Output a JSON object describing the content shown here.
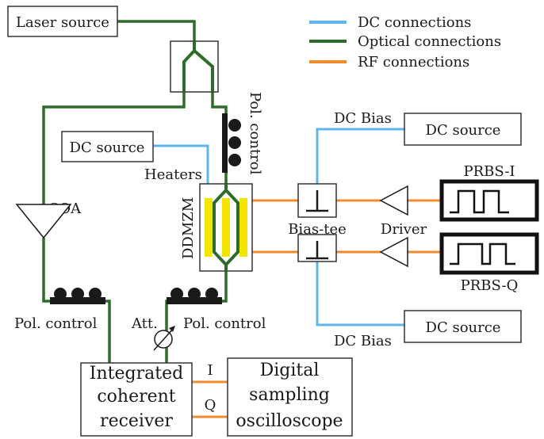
{
  "legend": {
    "items": [
      {
        "label": "DC connections",
        "color": "#5fb4e8"
      },
      {
        "label": "Optical connections",
        "color": "#2f6b2a"
      },
      {
        "label": "RF connections",
        "color": "#f08c2e"
      }
    ]
  },
  "colors": {
    "dc": "#5fb4e8",
    "optical": "#2f6b2a",
    "rf": "#f08c2e",
    "heater": "#f2e600",
    "prbs": "#111111"
  },
  "labels": {
    "laser_source": "Laser source",
    "dc_source_left": "DC source",
    "heaters": "Heaters",
    "pol_control_top": "Pol. control",
    "soa": "SOA",
    "ddmzm": "DDMZM",
    "dc_bias_top": "DC Bias",
    "dc_source_top": "DC source",
    "prbs_i": "PRBS-I",
    "bias_tee": "Bias-tee",
    "driver": "Driver",
    "prbs_q": "PRBS-Q",
    "pol_control_left": "Pol. control",
    "att": "Att.",
    "pol_control_mid": "Pol. control",
    "dc_bias_bottom": "DC Bias",
    "dc_source_bottom": "DC source",
    "receiver_line1": "Integrated",
    "receiver_line2": "coherent",
    "receiver_line3": "receiver",
    "out_i": "I",
    "out_q": "Q",
    "scope_line1": "Digital",
    "scope_line2": "sampling",
    "scope_line3": "oscilloscope"
  }
}
